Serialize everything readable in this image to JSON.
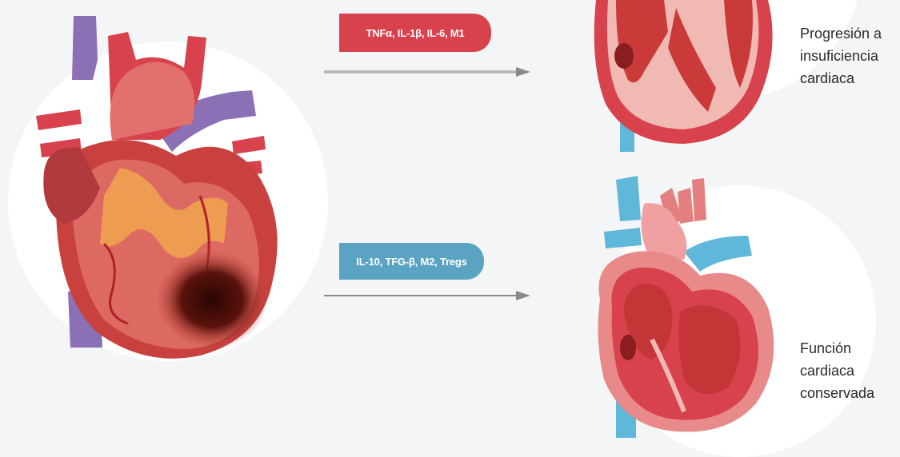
{
  "colors": {
    "background": "#f4f5f6",
    "pro_inflammatory": "#d8424d",
    "anti_inflammatory": "#5aa3c2",
    "arrow": "#8a8a8a",
    "vessel_purple": "#8b70b6",
    "vessel_blue": "#5fb7d9",
    "myocardium": "#d85b5b",
    "infarct": "#3b0a08"
  },
  "pathways": [
    {
      "label": "TNFα, IL-1β, IL-6, M1",
      "outcome_lines": [
        "Progresión a",
        "insuficiencia",
        "cardiaca"
      ]
    },
    {
      "label": "IL-10, TFG-β, M2, Tregs",
      "outcome_lines": [
        "Función",
        "cardiaca",
        "conservada"
      ]
    }
  ],
  "icons": {
    "left": "infarcted-heart-icon",
    "top_right": "failing-heart-section-icon",
    "bottom_right": "preserved-heart-section-icon"
  }
}
